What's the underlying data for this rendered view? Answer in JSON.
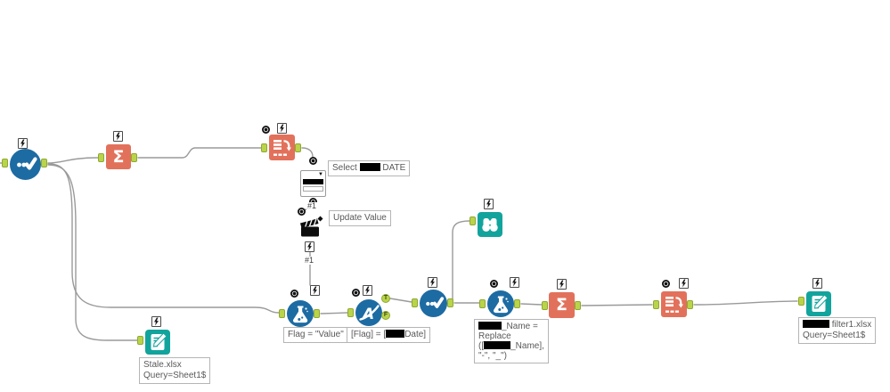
{
  "diagram": {
    "app": "workflow-canvas",
    "labels": {
      "conn": "#1",
      "t": "T",
      "f": "F"
    },
    "glyphs": {
      "sigma": "Σ",
      "caret": "▼"
    },
    "annotations": {
      "select_update": {
        "prefix": "Select ",
        "suffix": " DATE"
      },
      "action_update": {
        "text": "Update Value"
      },
      "formula_flag": {
        "text": "Flag = \"Value\""
      },
      "filter_flag": {
        "prefix": "[Flag] = [",
        "suffix": "Date]"
      },
      "formula_replace": {
        "line1_suffix": "_Name =",
        "line2": "Replace",
        "line3_prefix": "([",
        "line3_suffix": "_Name],",
        "line4": "\"-\", \"_\")"
      },
      "output_filter": {
        "line1_suffix": " filter1.xlsx",
        "line2": "Query=Sheet1$"
      },
      "output_stale": {
        "line1": "Stale.xlsx",
        "line2": "Query=Sheet1$"
      }
    },
    "tools": [
      {
        "name": "union-1",
        "icon": "union-icon"
      },
      {
        "name": "summarize-1",
        "icon": "sigma-icon"
      },
      {
        "name": "transpose-1",
        "icon": "transpose-icon"
      },
      {
        "name": "drop-down",
        "icon": "dropdown-icon"
      },
      {
        "name": "action",
        "icon": "clapperboard-icon"
      },
      {
        "name": "formula-1",
        "icon": "flask-icon"
      },
      {
        "name": "filter",
        "icon": "filter-icon"
      },
      {
        "name": "union-2",
        "icon": "union-icon"
      },
      {
        "name": "browse",
        "icon": "binoculars-icon"
      },
      {
        "name": "formula-2",
        "icon": "flask-icon"
      },
      {
        "name": "summarize-2",
        "icon": "sigma-icon"
      },
      {
        "name": "transpose-2",
        "icon": "transpose-icon"
      },
      {
        "name": "output-filter",
        "icon": "document-pencil-icon"
      },
      {
        "name": "output-stale",
        "icon": "document-pencil-icon"
      }
    ],
    "colors": {
      "tool_blue": "#1d6ba3",
      "tool_salmon": "#e2715b",
      "tool_teal": "#12a49c",
      "anchor_green": "#b9d44a",
      "wire_gray": "#9a9a9a",
      "redaction": "#000000",
      "annotation_text": "#595959"
    }
  }
}
